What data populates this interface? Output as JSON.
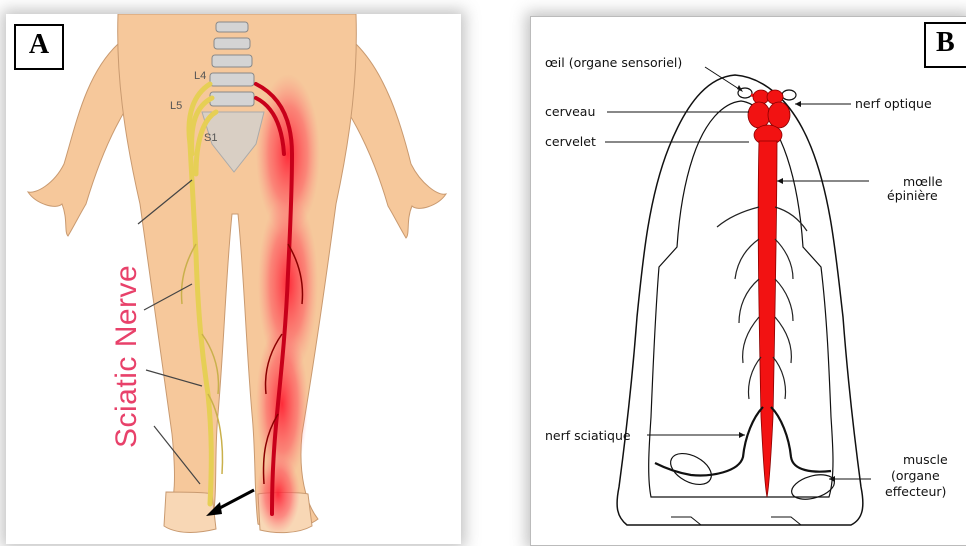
{
  "panels": {
    "a": {
      "label": "A",
      "vertebrae": [
        "L4",
        "L5",
        "S1"
      ],
      "nerve_title": "Sciatic Nerve"
    },
    "b": {
      "label": "B",
      "labels": {
        "oeil": "œil (organe sensoriel)",
        "cerveau": "cerveau",
        "cervelet": "cervelet",
        "nerf_optique": "nerf optique",
        "moelle_1": "mœlle",
        "moelle_2": "épinière",
        "nerf_sciatique": "nerf sciatique",
        "muscle_1": "muscle",
        "muscle_2": "(organe",
        "muscle_3": "effecteur)"
      }
    }
  },
  "colors": {
    "skin": "#f6c89b",
    "nerve_yellow": "#e6cf55",
    "pain_red": "#e8102a",
    "sacrum": "#d9cfc4",
    "text_pink": "#e8416a",
    "organ_red": "#f21212"
  }
}
